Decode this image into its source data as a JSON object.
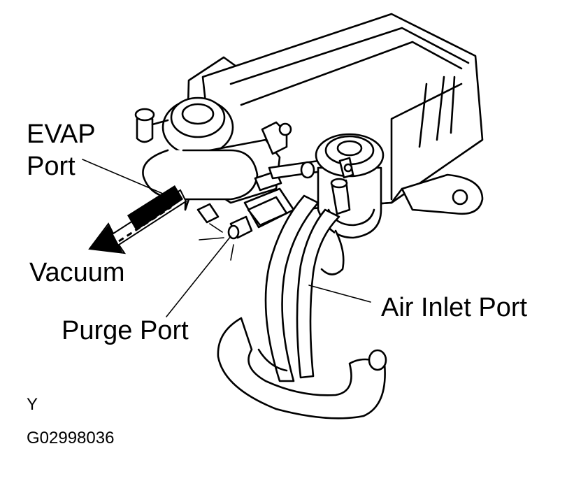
{
  "labels": {
    "evap_line1": "EVAP",
    "evap_line2": "Port",
    "vacuum": "Vacuum",
    "purge_port": "Purge Port",
    "air_inlet_port": "Air Inlet Port",
    "view_code": "Y",
    "figure_id": "G02998036"
  },
  "colors": {
    "ink": "#000000",
    "paper": "#ffffff"
  }
}
